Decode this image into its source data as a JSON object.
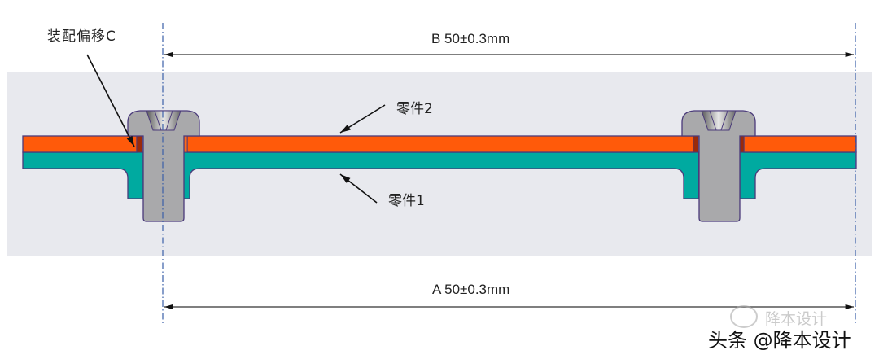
{
  "labels": {
    "assembly_offset": "装配偏移C",
    "dimension_b": "B 50±0.3mm",
    "dimension_a": "A 50±0.3mm",
    "part2": "零件2",
    "part1": "零件1"
  },
  "watermark": {
    "brand": "降本设计",
    "source": "头条 @降本设计"
  },
  "colors": {
    "background_panel": "#e8e9ee",
    "part2_orange": "#ff5a0a",
    "part1_teal": "#00aaa0",
    "fastener_gray": "#a9a9ab",
    "outline": "#4a3a7a",
    "centerline": "#3a5fa8",
    "gap_dark_red": "#9a2a0a"
  },
  "icons": {
    "leader_arrow": "arrow-icon",
    "centerline": "dash-dot-line",
    "watermark_logo": "chat-bubble-icon"
  }
}
